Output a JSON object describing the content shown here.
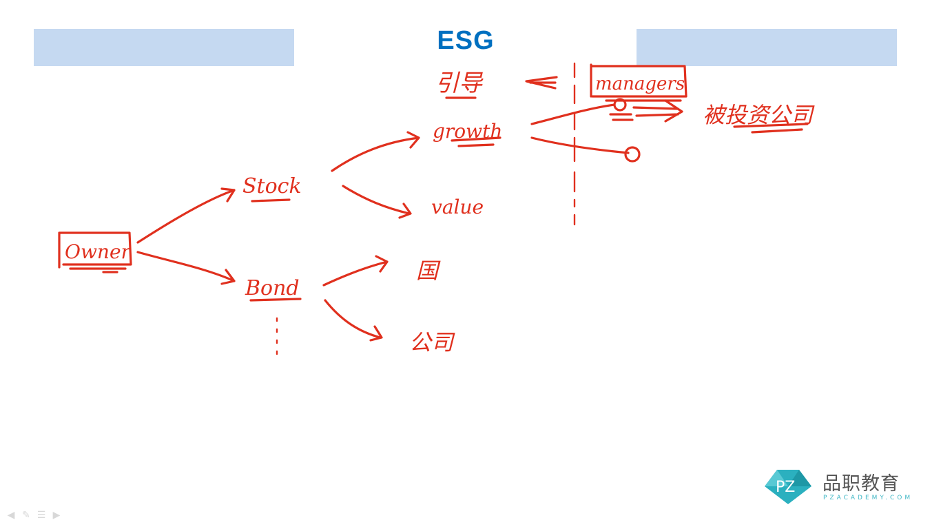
{
  "slide": {
    "title": "ESG"
  },
  "annotations": {
    "owner": "Owner",
    "stock": "Stock",
    "bond": "Bond",
    "growth": "growth",
    "value": "value",
    "managers": "managers",
    "invested_company": "被投资公司",
    "country": "国",
    "company": "公司",
    "guide": "引导"
  },
  "branding": {
    "logo_text": "品职教育",
    "logo_sub": "PZACADEMY.COM",
    "logo_mark": "PZ",
    "accent_color": "#2bb0bf"
  },
  "colors": {
    "title": "#0070c0",
    "ink": "#e0301e",
    "header_bar": "#c5d9f1"
  },
  "nav": {
    "prev_icon": "arrow-left-icon",
    "pen_icon": "pen-icon",
    "menu_icon": "menu-icon",
    "next_icon": "arrow-right-icon"
  }
}
